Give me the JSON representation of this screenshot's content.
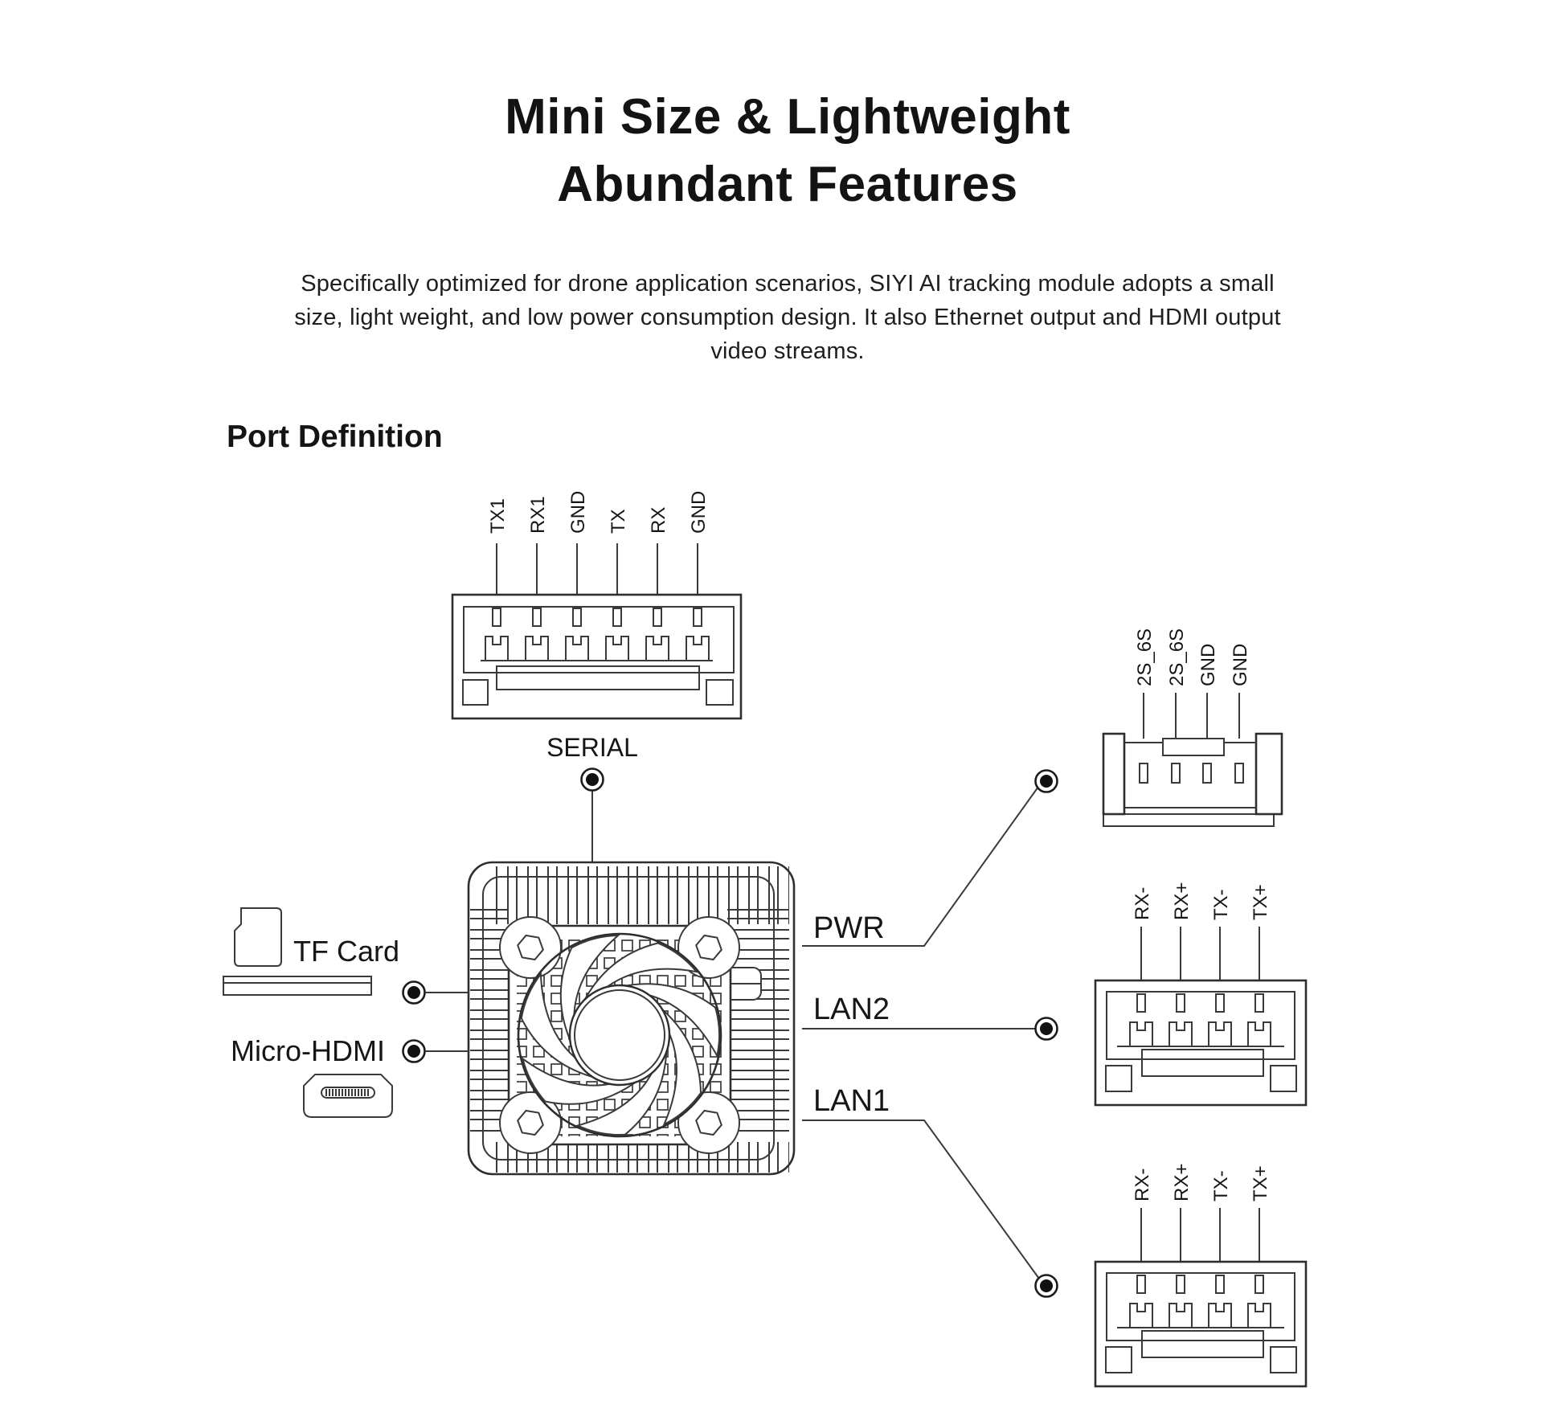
{
  "header": {
    "title_line1": "Mini Size & Lightweight",
    "title_line2": "Abundant Features",
    "description_lines": [
      "Specifically optimized for drone application scenarios, SIYI AI tracking module adopts a small",
      "size, light weight, and low power consumption design. It also Ethernet output and HDMI output",
      "video streams."
    ],
    "section_heading": "Port Definition"
  },
  "ports": {
    "serial": {
      "label": "SERIAL",
      "pins": [
        "TX1",
        "RX1",
        "GND",
        "TX",
        "RX",
        "GND"
      ]
    },
    "pwr": {
      "label": "PWR",
      "pins": [
        "2S_6S",
        "2S_6S",
        "GND",
        "GND"
      ]
    },
    "lan2": {
      "label": "LAN2",
      "pins": [
        "RX-",
        "RX+",
        "TX-",
        "TX+"
      ]
    },
    "lan1": {
      "label": "LAN1",
      "pins": [
        "RX-",
        "RX+",
        "TX-",
        "TX+"
      ]
    },
    "tf_card": {
      "label": "TF Card"
    },
    "micro_hdmi": {
      "label": "Micro-HDMI"
    }
  },
  "colors": {
    "background": "#ffffff",
    "text": "#161616",
    "line": "#3a3a3a"
  }
}
